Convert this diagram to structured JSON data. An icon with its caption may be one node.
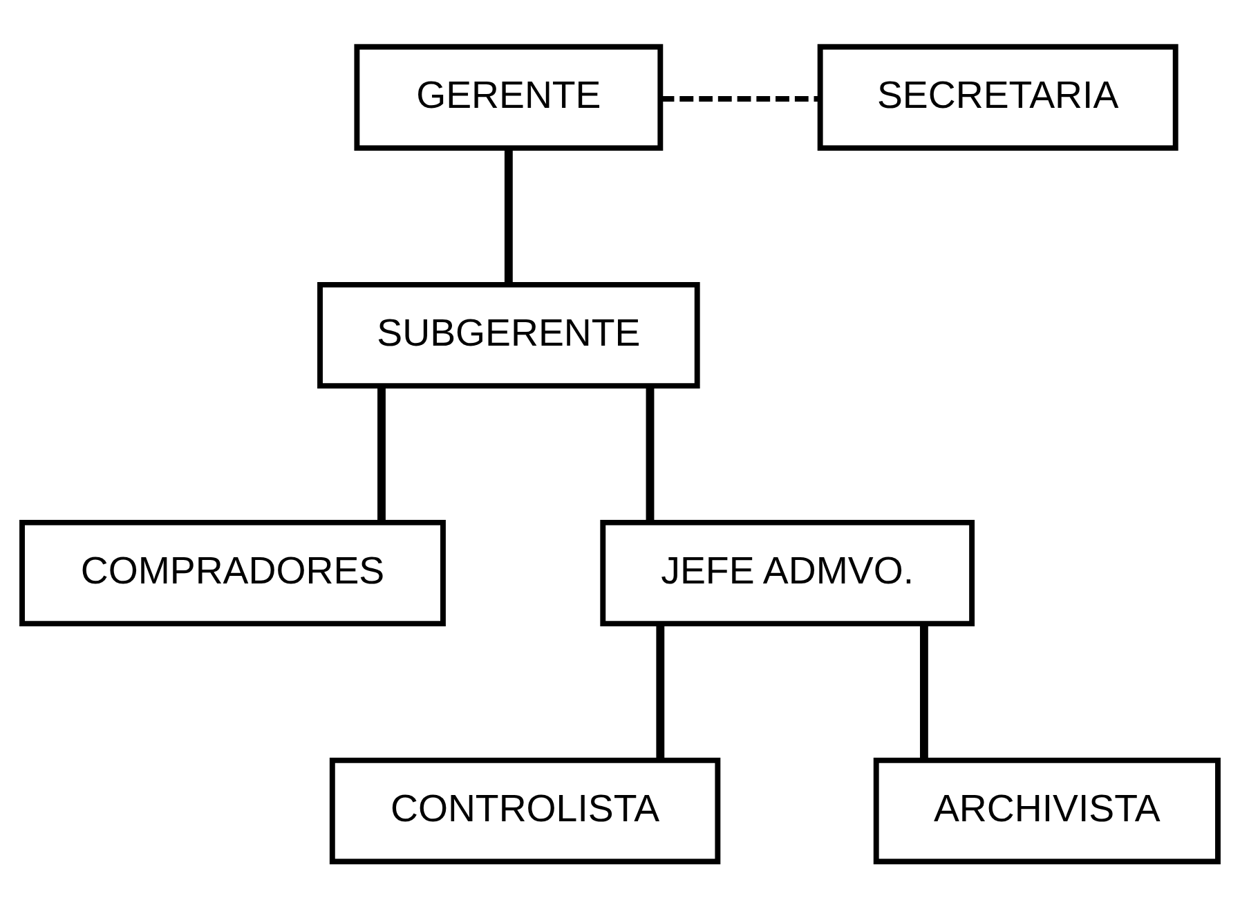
{
  "diagram": {
    "nodes": [
      {
        "text": [
          "GERENTE"
        ]
      },
      {
        "text": [
          "SECRETARIA"
        ]
      },
      {
        "text": [
          "SUBGERENTE"
        ]
      },
      {
        "text": [
          "COMPRADORES"
        ]
      },
      {
        "text": [
          "JEFE ADMVO."
        ]
      },
      {
        "text": [
          "CONTROLISTA"
        ]
      },
      {
        "text": [
          "ARCHIVISTA"
        ]
      }
    ],
    "edges": [
      {
        "from": 0,
        "to": 2,
        "arrow": "none"
      },
      {
        "from": 0,
        "to": 1,
        "arrow": "none",
        "style": "dashed"
      },
      {
        "from": 2,
        "to": 3,
        "arrow": "none"
      },
      {
        "from": 2,
        "to": 4,
        "arrow": "none"
      },
      {
        "from": 4,
        "to": 5,
        "arrow": "none"
      },
      {
        "from": 4,
        "to": 6,
        "arrow": "none"
      }
    ]
  }
}
